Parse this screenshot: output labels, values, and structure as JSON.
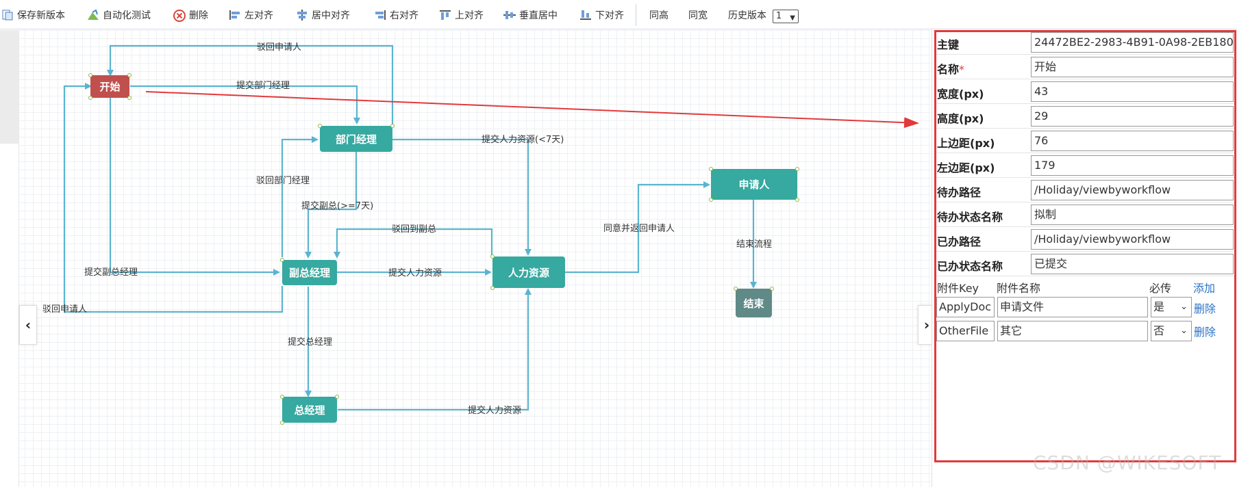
{
  "toolbar": {
    "items": [
      {
        "label": "保存新版本",
        "icon": "save-version-icon"
      },
      {
        "label": "自动化测试",
        "icon": "auto-test-icon"
      },
      {
        "label": "删除",
        "icon": "delete-icon"
      },
      {
        "label": "左对齐",
        "icon": "align-left-icon"
      },
      {
        "label": "居中对齐",
        "icon": "align-center-icon"
      },
      {
        "label": "右对齐",
        "icon": "align-right-icon"
      },
      {
        "label": "上对齐",
        "icon": "align-top-icon"
      },
      {
        "label": "垂直居中",
        "icon": "align-middle-icon"
      },
      {
        "label": "下对齐",
        "icon": "align-bottom-icon"
      }
    ],
    "same_height": "同高",
    "same_width": "同宽",
    "history_label": "历史版本",
    "history_value": "1"
  },
  "flow": {
    "nodes": {
      "start": "开始",
      "dept_manager": "部门经理",
      "vice_manager": "副总经理",
      "hr": "人力资源",
      "applicant": "申请人",
      "general_manager": "总经理",
      "end": "结束"
    },
    "edges": {
      "reject_to_applicant_top": "驳回申请人",
      "submit_dept_manager": "提交部门经理",
      "submit_hr_lt7": "提交人力资源(<7天)",
      "reject_to_dept_manager": "驳回部门经理",
      "submit_vice_ge7": "提交副总(>=7天)",
      "reject_to_vice": "驳回到副总",
      "agree_return_applicant": "同意并返回申请人",
      "end_flow": "结束流程",
      "submit_vice_manager": "提交副总经理",
      "submit_hr": "提交人力资源",
      "reject_to_applicant_left": "驳回申请人",
      "submit_general_manager": "提交总经理",
      "submit_hr_from_gm": "提交人力资源"
    }
  },
  "properties": {
    "rows": [
      {
        "label": "主键",
        "required": false,
        "value": "24472BE2-2983-4B91-0A98-2EB180"
      },
      {
        "label": "名称",
        "required": true,
        "value": "开始"
      },
      {
        "label": "宽度(px)",
        "required": false,
        "value": "43"
      },
      {
        "label": "高度(px)",
        "required": false,
        "value": "29"
      },
      {
        "label": "上边距(px)",
        "required": false,
        "value": "76"
      },
      {
        "label": "左边距(px)",
        "required": false,
        "value": "179"
      },
      {
        "label": "待办路径",
        "required": false,
        "value": "/Holiday/viewbyworkflow"
      },
      {
        "label": "待办状态名称",
        "required": false,
        "value": "拟制"
      },
      {
        "label": "已办路径",
        "required": false,
        "value": "/Holiday/viewbyworkflow"
      },
      {
        "label": "已办状态名称",
        "required": false,
        "value": "已提交"
      }
    ],
    "required_mark": "*",
    "attachments": {
      "headers": {
        "key": "附件Key",
        "name": "附件名称",
        "required": "必传",
        "add": "添加"
      },
      "rows": [
        {
          "key": "ApplyDoc",
          "name": "申请文件",
          "required": "是",
          "delete": "删除"
        },
        {
          "key": "OtherFile",
          "name": "其它",
          "required": "否",
          "delete": "删除"
        }
      ]
    }
  },
  "watermark": "CSDN @WIKESOFT",
  "colors": {
    "start_node": "#c0504d",
    "task_node": "#36a9a0",
    "end_node": "#5f8a87",
    "edge": "#5ab4cf",
    "annotation_arrow": "#e2393a",
    "link": "#2a73c5"
  }
}
